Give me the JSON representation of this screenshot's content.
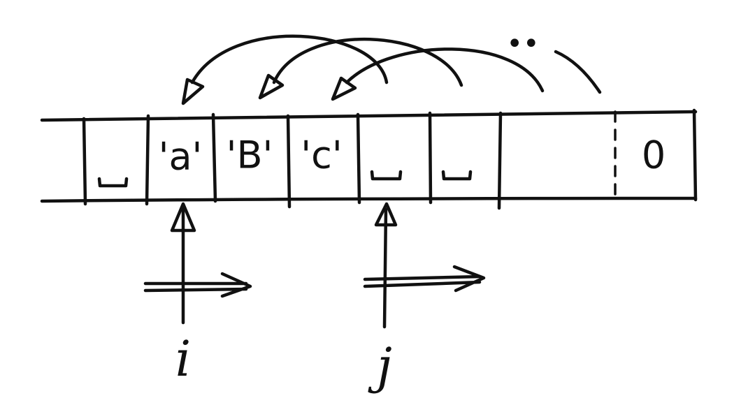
{
  "array": {
    "cells": [
      {
        "label": "",
        "kind": "empty"
      },
      {
        "label": "␣",
        "kind": "space"
      },
      {
        "label": "'a'",
        "kind": "char"
      },
      {
        "label": "'B'",
        "kind": "char"
      },
      {
        "label": "'c'",
        "kind": "char"
      },
      {
        "label": "␣",
        "kind": "space"
      },
      {
        "label": "␣",
        "kind": "space"
      },
      {
        "label": "",
        "kind": "empty"
      },
      {
        "label": "0",
        "kind": "terminator"
      }
    ]
  },
  "pointers": {
    "i": {
      "label": "i"
    },
    "j": {
      "label": "j"
    }
  },
  "continuation": {
    "label": "••"
  }
}
